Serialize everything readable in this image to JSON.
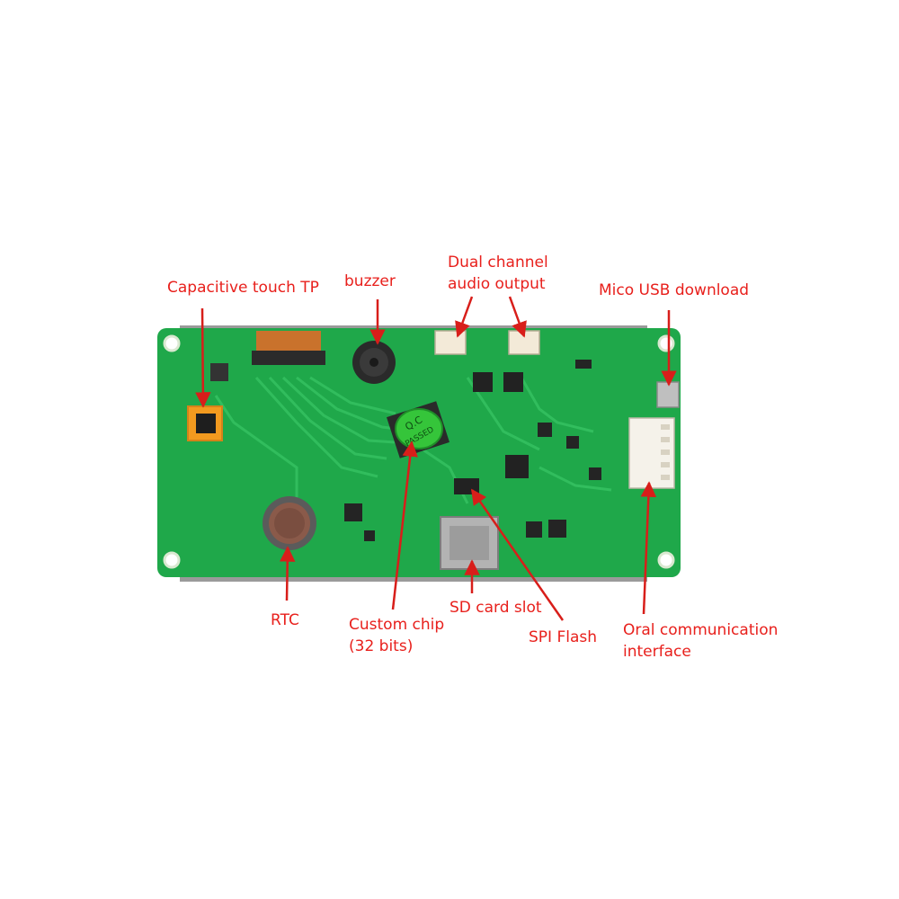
{
  "colors": {
    "board": "#1fa84a",
    "board_dark": "#16853a",
    "trace": "#34c060",
    "label": "#e8201c",
    "arrow": "#d81e1a",
    "background": "#ffffff"
  },
  "labels": {
    "capacitive_touch": "Capacitive touch TP",
    "buzzer": "buzzer",
    "dual_audio_line1": "Dual channel",
    "dual_audio_line2": "audio output",
    "micro_usb": "Mico USB download",
    "rtc": "RTC",
    "custom_chip_line1": "Custom chip",
    "custom_chip_line2": "(32 bits)",
    "sd_card": "SD card slot",
    "spi_flash": "SPI Flash",
    "oral_comm_line1": "Oral communication",
    "oral_comm_line2": "interface"
  },
  "board_marks": {
    "qc_line1": "Q.C",
    "qc_line2": "PASSED"
  },
  "icons": {
    "buzzer": "buzzer-icon",
    "coin_cell": "coin-battery-icon",
    "usb_port": "micro-usb-port-icon"
  }
}
